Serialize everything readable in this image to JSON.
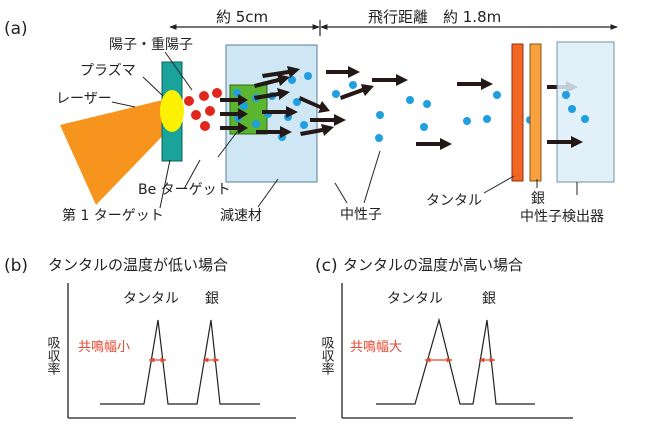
{
  "panel_a": {
    "tag": "(a)",
    "dist_short": "約 5cm",
    "dist_long": "飛行距離　約 1.8m",
    "label_ions": "陽子・重陽子",
    "label_plasma": "プラズマ",
    "label_laser": "レーザー",
    "label_be_target": "Be ターゲット",
    "label_first_target": "第 1 ターゲット",
    "label_moderator": "減速材",
    "label_neutron": "中性子",
    "label_tantalum": "タンタル",
    "label_silver": "銀",
    "label_detector": "中性子検出器"
  },
  "panel_b": {
    "tag": "(b)",
    "title": "タンタルの温度が低い場合",
    "ylabel": "吸収率",
    "peak1": "タンタル",
    "peak2": "銀",
    "width_note": "共鳴幅小"
  },
  "panel_c": {
    "tag": "(c)",
    "title": "タンタルの温度が高い場合",
    "ylabel": "吸収率",
    "peak1": "タンタル",
    "peak2": "銀",
    "width_note": "共鳴幅大"
  },
  "colors": {
    "laser": "#f7941d",
    "plasma": "#fff200",
    "first_target": "#1aa39a",
    "be_target": "#5cb531",
    "moderator": "#cfe7f5",
    "detector": "#dceef9",
    "tantalum": "#f26522",
    "silver": "#f9a03f",
    "neutron": "#1f9fe0",
    "ion": "#e1261c",
    "arrow": "#231815",
    "resonance": "#e4462f"
  }
}
